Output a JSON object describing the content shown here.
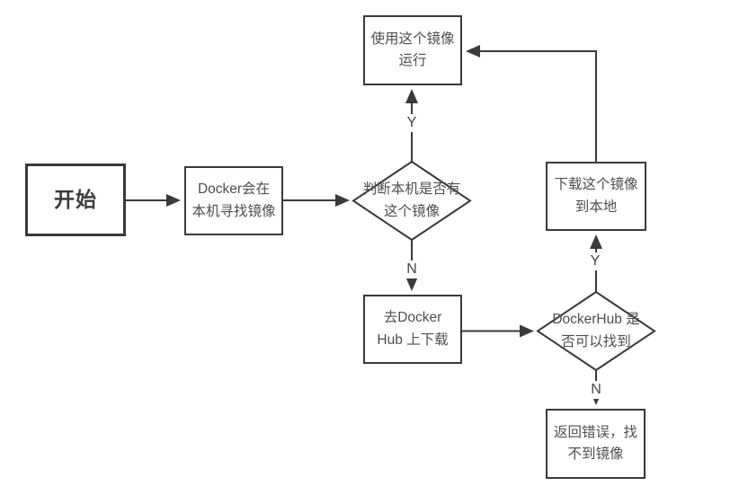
{
  "flowchart": {
    "nodes": {
      "start": {
        "label": "开始"
      },
      "search_local": {
        "label": "Docker会在\n本机寻找镜像"
      },
      "has_image_decision": {
        "label": "判断本机是否有\n这个镜像"
      },
      "run_image": {
        "label": "使用这个镜像\n运行"
      },
      "go_dockerhub": {
        "label": "去Docker\nHub 上下载"
      },
      "hub_found_decision": {
        "label": "DockerHub 是\n否可以找到"
      },
      "download_image": {
        "label": "下载这个镜像\n到本地"
      },
      "return_error": {
        "label": "返回错误，找\n不到镜像"
      }
    },
    "edge_labels": {
      "has_image_yes": "Y",
      "has_image_no": "N",
      "hub_found_yes": "Y",
      "hub_found_no": "N"
    },
    "colors": {
      "stroke": "#3a3a3a",
      "text": "#4e4e4e",
      "background": "#ffffff"
    }
  }
}
